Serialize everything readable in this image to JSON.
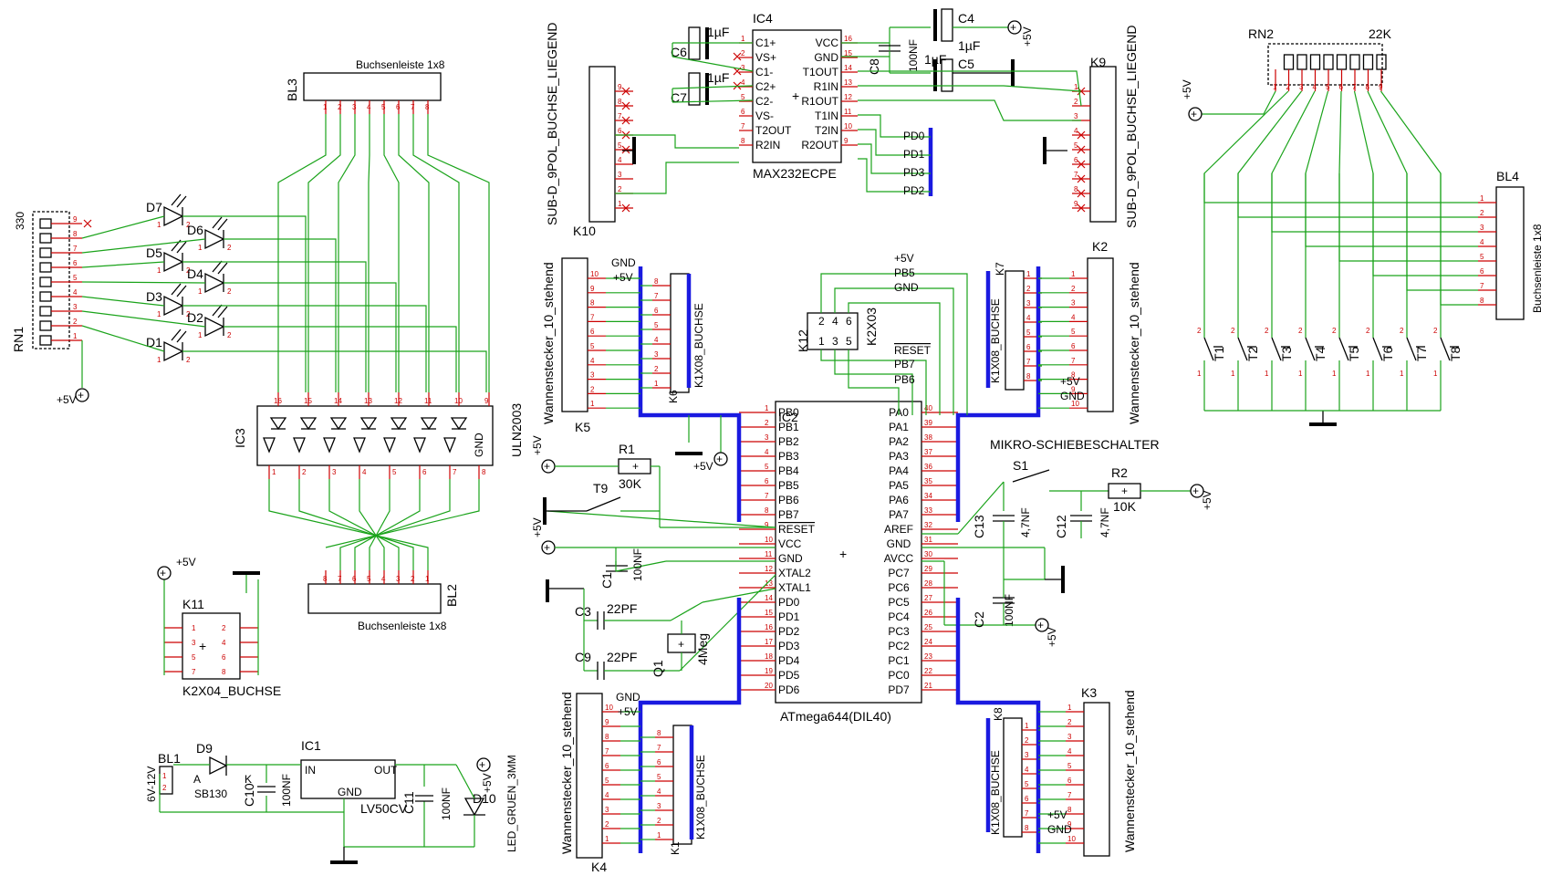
{
  "title": "",
  "components": {
    "ic2": {
      "ref": "IC2",
      "value": "ATmega644(DIL40)",
      "left_pins": [
        [
          "1",
          "PB0"
        ],
        [
          "2",
          "PB1"
        ],
        [
          "3",
          "PB2"
        ],
        [
          "4",
          "PB3"
        ],
        [
          "5",
          "PB4"
        ],
        [
          "6",
          "PB5"
        ],
        [
          "7",
          "PB6"
        ],
        [
          "8",
          "PB7"
        ],
        [
          "9",
          "RESET"
        ],
        [
          "10",
          "VCC"
        ],
        [
          "11",
          "GND"
        ],
        [
          "12",
          "XTAL2"
        ],
        [
          "13",
          "XTAL1"
        ],
        [
          "14",
          "PD0"
        ],
        [
          "15",
          "PD1"
        ],
        [
          "16",
          "PD2"
        ],
        [
          "17",
          "PD3"
        ],
        [
          "18",
          "PD4"
        ],
        [
          "19",
          "PD5"
        ],
        [
          "20",
          "PD6"
        ]
      ],
      "right_pins": [
        [
          "40",
          "PA0"
        ],
        [
          "39",
          "PA1"
        ],
        [
          "38",
          "PA2"
        ],
        [
          "37",
          "PA3"
        ],
        [
          "36",
          "PA4"
        ],
        [
          "35",
          "PA5"
        ],
        [
          "34",
          "PA6"
        ],
        [
          "33",
          "PA7"
        ],
        [
          "32",
          "AREF"
        ],
        [
          "31",
          "GND"
        ],
        [
          "30",
          "AVCC"
        ],
        [
          "29",
          "PC7"
        ],
        [
          "28",
          "PC6"
        ],
        [
          "27",
          "PC5"
        ],
        [
          "26",
          "PC4"
        ],
        [
          "25",
          "PC3"
        ],
        [
          "24",
          "PC2"
        ],
        [
          "23",
          "PC1"
        ],
        [
          "22",
          "PC0"
        ],
        [
          "21",
          "PD7"
        ]
      ]
    },
    "ic4": {
      "ref": "IC4",
      "value": "MAX232ECPE",
      "left_pins": [
        [
          "1",
          "C1+"
        ],
        [
          "2",
          "VS+"
        ],
        [
          "3",
          "C1-"
        ],
        [
          "4",
          "C2+"
        ],
        [
          "5",
          "C2-"
        ],
        [
          "6",
          "VS-"
        ],
        [
          "7",
          "T2OUT"
        ],
        [
          "8",
          "R2IN"
        ]
      ],
      "right_pins": [
        [
          "16",
          "VCC"
        ],
        [
          "15",
          "GND"
        ],
        [
          "14",
          "T1OUT"
        ],
        [
          "13",
          "R1IN"
        ],
        [
          "12",
          "R1OUT"
        ],
        [
          "11",
          "T1IN"
        ],
        [
          "10",
          "T2IN"
        ],
        [
          "9",
          "R2OUT"
        ]
      ]
    },
    "ic3": {
      "ref": "IC3",
      "value": "ULN2003",
      "top_pins": [
        "16",
        "15",
        "14",
        "13",
        "12",
        "11",
        "10",
        "9"
      ],
      "bottom_pins": [
        "1",
        "2",
        "3",
        "4",
        "5",
        "6",
        "7"
      ],
      "gnd": "GND"
    },
    "ic1": {
      "ref": "IC1",
      "value": "LV50CV",
      "in": "IN",
      "out": "OUT",
      "gnd": "GND"
    },
    "k10": {
      "ref": "K10",
      "value": "SUB-D_9POL_BUCHSE_LIEGEND",
      "pins": [
        "9",
        "8",
        "7",
        "6",
        "5",
        "4",
        "3",
        "2",
        "1"
      ]
    },
    "k9": {
      "ref": "K9",
      "value": "SUB-D_9POL_BUCHSE_LIEGEND",
      "pins": [
        "1",
        "2",
        "3",
        "4",
        "5",
        "6",
        "7",
        "8",
        "9"
      ]
    },
    "k5": {
      "ref": "K5",
      "value": "Wannenstecker_10_stehend",
      "pins": [
        "10",
        "9",
        "8",
        "7",
        "6",
        "5",
        "4",
        "3",
        "2",
        "1"
      ]
    },
    "k2": {
      "ref": "K2",
      "value": "Wannenstecker_10_stehend",
      "pins": [
        "1",
        "2",
        "3",
        "4",
        "5",
        "6",
        "7",
        "8",
        "9",
        "10"
      ]
    },
    "k4": {
      "ref": "K4",
      "value": "Wannenstecker_10_stehend",
      "pins": [
        "10",
        "9",
        "8",
        "7",
        "6",
        "5",
        "4",
        "3",
        "2",
        "1"
      ]
    },
    "k3": {
      "ref": "K3",
      "value": "Wannenstecker_10_stehend",
      "pins": [
        "1",
        "2",
        "3",
        "4",
        "5",
        "6",
        "7",
        "8",
        "9",
        "10"
      ]
    },
    "k6": {
      "ref": "K6",
      "value": "K1X08_BUCHSE",
      "pins": [
        "8",
        "7",
        "6",
        "5",
        "4",
        "3",
        "2",
        "1"
      ]
    },
    "k7": {
      "ref": "K7",
      "value": "K1X08_BUCHSE",
      "pins": [
        "1",
        "2",
        "3",
        "4",
        "5",
        "6",
        "7",
        "8"
      ]
    },
    "k1": {
      "ref": "K1",
      "value": "K1X08_BUCHSE",
      "pins": [
        "8",
        "7",
        "6",
        "5",
        "4",
        "3",
        "2",
        "1"
      ]
    },
    "k8": {
      "ref": "K8",
      "value": "K1X08_BUCHSE",
      "pins": [
        "1",
        "2",
        "3",
        "4",
        "5",
        "6",
        "7",
        "8"
      ]
    },
    "k11": {
      "ref": "K11",
      "value": "K2X04_BUCHSE",
      "pins": [
        "1",
        "2",
        "3",
        "4",
        "5",
        "6",
        "7",
        "8"
      ]
    },
    "k12": {
      "ref": "K12",
      "value": "K2X03",
      "pins": [
        "2",
        "4",
        "6",
        "1",
        "3",
        "5"
      ]
    },
    "bl3": {
      "ref": "BL3",
      "value": "Buchsenleiste 1x8",
      "pins": [
        "1",
        "2",
        "3",
        "4",
        "5",
        "6",
        "7",
        "8"
      ]
    },
    "bl2": {
      "ref": "BL2",
      "value": "Buchsenleiste 1x8",
      "pins": [
        "8",
        "7",
        "6",
        "5",
        "4",
        "3",
        "2",
        "1"
      ]
    },
    "bl4": {
      "ref": "BL4",
      "value": "Buchsenleiste 1x8",
      "pins": [
        "1",
        "2",
        "3",
        "4",
        "5",
        "6",
        "7",
        "8"
      ]
    },
    "bl1": {
      "ref": "BL1",
      "value": "6V-12V",
      "pins": [
        "1",
        "2"
      ]
    },
    "rn1": {
      "ref": "RN1",
      "value": "330",
      "pins": [
        "9",
        "8",
        "7",
        "6",
        "5",
        "4",
        "3",
        "2",
        "1"
      ]
    },
    "rn2": {
      "ref": "RN2",
      "value": "22K",
      "pins": [
        "1",
        "2",
        "3",
        "4",
        "5",
        "6",
        "7",
        "8",
        "9"
      ]
    },
    "leds": [
      "D7",
      "D6",
      "D5",
      "D4",
      "D3",
      "D2",
      "D1"
    ],
    "d10": {
      "ref": "D10",
      "value": "LED_GRUEN_3MM"
    },
    "d9": {
      "ref": "D9",
      "value": "SB130",
      "a": "A",
      "k": "K"
    },
    "r1": {
      "ref": "R1",
      "value": "30K"
    },
    "r2": {
      "ref": "R2",
      "value": "10K"
    },
    "t9": {
      "ref": "T9"
    },
    "s1": {
      "ref": "S1",
      "value": "MIKRO-SCHIEBESCHALTER"
    },
    "q1": {
      "ref": "Q1",
      "value": "4Meg"
    },
    "buttons": [
      "T1",
      "T2",
      "T3",
      "T4",
      "T5",
      "T6",
      "T7",
      "T8"
    ],
    "caps": {
      "c1": {
        "ref": "C1",
        "value": "100NF"
      },
      "c2": {
        "ref": "C2",
        "value": "100NF"
      },
      "c3": {
        "ref": "C3",
        "value": "22PF"
      },
      "c9": {
        "ref": "C9",
        "value": "22PF"
      },
      "c4": {
        "ref": "C4",
        "value": "1µF"
      },
      "c5": {
        "ref": "C5",
        "value": "1µF"
      },
      "c6": {
        "ref": "C6",
        "value": "1µF"
      },
      "c7": {
        "ref": "C7",
        "value": "1µF"
      },
      "c8": {
        "ref": "C8",
        "value": "100NF"
      },
      "c10": {
        "ref": "C10",
        "value": "100NF"
      },
      "c11": {
        "ref": "C11",
        "value": "100NF"
      },
      "c12": {
        "ref": "C12",
        "value": "4,7NF"
      },
      "c13": {
        "ref": "C13",
        "value": "4,7NF"
      }
    },
    "nets": {
      "vcc": "+5V",
      "gnd": "GND",
      "pd0": "PD0",
      "pd1": "PD1",
      "pd3": "PD3",
      "pd2": "PD2",
      "pb5": "PB5",
      "pb7": "PB7",
      "pb6": "PB6",
      "reset": "RESET"
    }
  }
}
